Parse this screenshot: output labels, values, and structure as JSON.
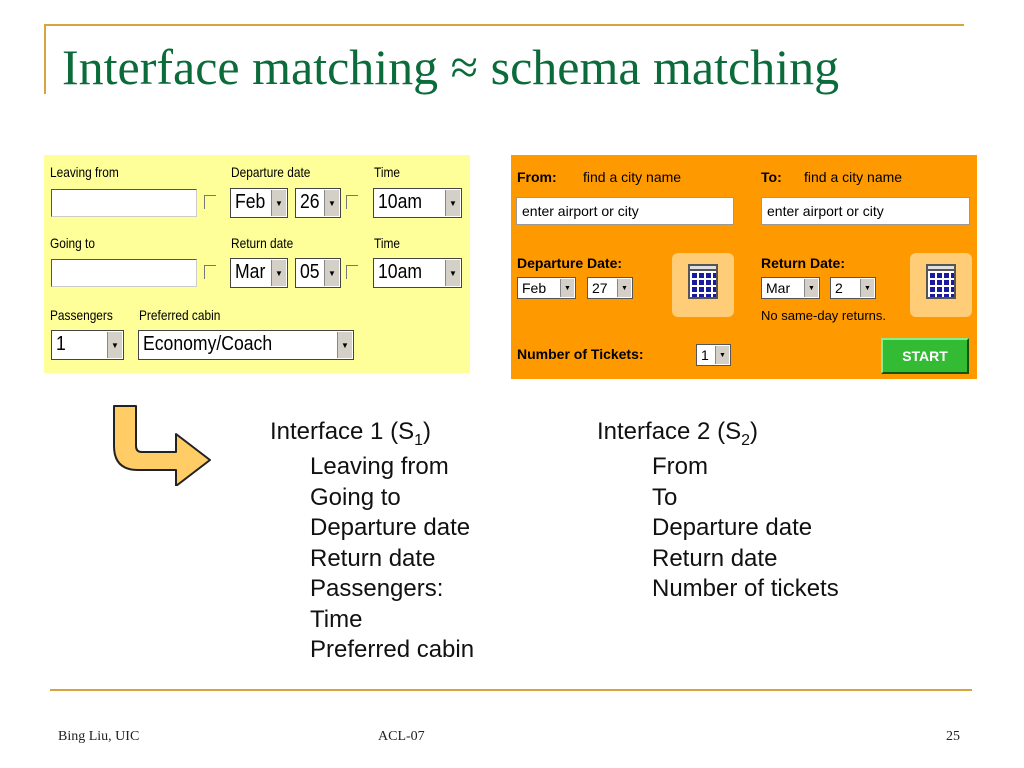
{
  "slide": {
    "title": "Interface matching ≈ schema matching",
    "footer_left": "Bing Liu, UIC",
    "footer_center": "ACL-07",
    "page_number": "25"
  },
  "interface1": {
    "leaving_from_label": "Leaving from",
    "departure_date_label": "Departure date",
    "time_label_1": "Time",
    "going_to_label": "Going to",
    "return_date_label": "Return date",
    "time_label_2": "Time",
    "passengers_label": "Passengers",
    "preferred_cabin_label": "Preferred cabin",
    "departure_month": "Feb",
    "departure_day": "26",
    "departure_time": "10am",
    "return_month": "Mar",
    "return_day": "05",
    "return_time": "10am",
    "passengers_value": "1",
    "cabin_value": "Economy/Coach"
  },
  "interface2": {
    "from_label": "From:",
    "from_hint": "find a city name",
    "to_label": "To:",
    "to_hint": "find a city name",
    "from_input": "enter airport or city",
    "to_input": "enter airport or city",
    "departure_date_label": "Departure Date:",
    "return_date_label": "Return Date:",
    "departure_month": "Feb",
    "departure_day": "27",
    "return_month": "Mar",
    "return_day": "2",
    "no_same_day": "No same-day returns.",
    "tickets_label": "Number of Tickets:",
    "tickets_value": "1",
    "start_label": "START"
  },
  "comparison": {
    "s1_heading": "Interface 1 (S",
    "s1_sub": "1",
    "s2_heading": "Interface 2 (S",
    "s2_sub": "2",
    "close_paren": ")",
    "s1_items": [
      "Leaving from",
      "Going to",
      "Departure date",
      "Return date",
      "Passengers:",
      "Time",
      "Preferred cabin"
    ],
    "s2_items": [
      "From",
      "To",
      "Departure date",
      "Return date",
      "Number of tickets"
    ]
  },
  "colors": {
    "title": "#0b6b3a",
    "frame": "#d7a53c",
    "panel1_bg": "#ffff99",
    "panel2_bg": "#ff9900",
    "arrow_fill": "#ffcc66",
    "start_button": "#33bb33"
  }
}
